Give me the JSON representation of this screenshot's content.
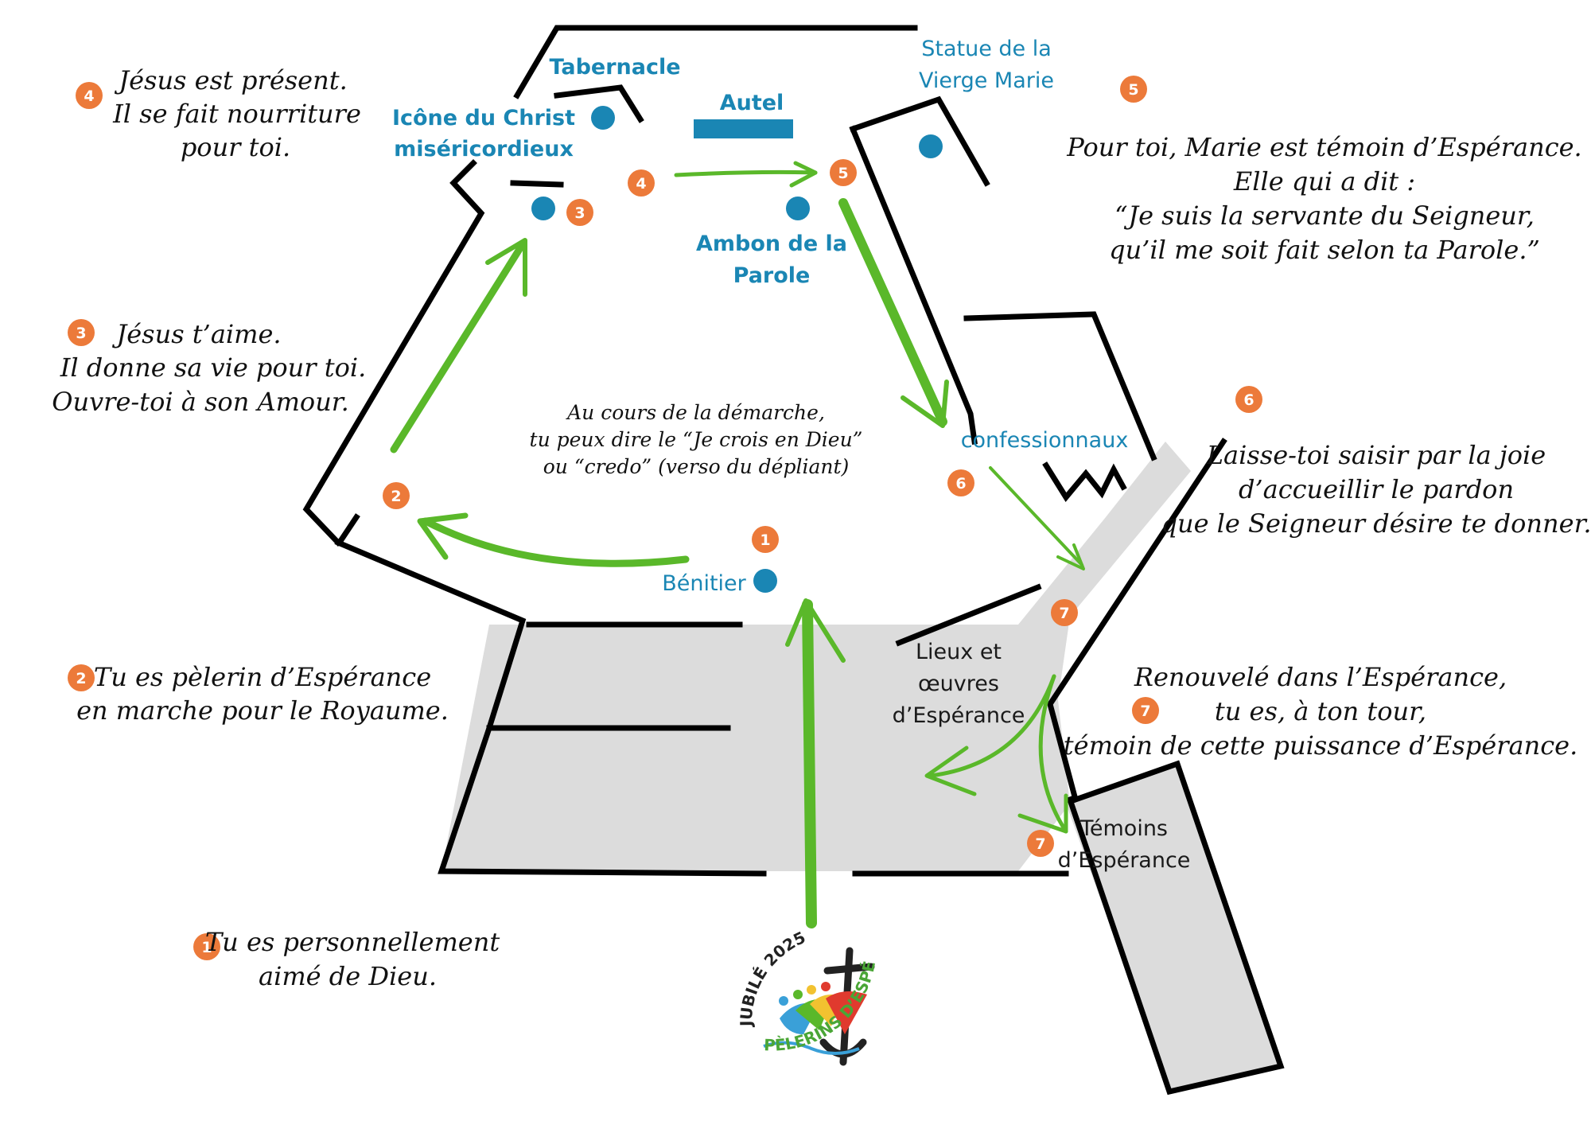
{
  "map": {
    "places": {
      "tabernacle": "Tabernacle",
      "icone_line1": "Icône du Christ",
      "icone_line2": "miséricordieux",
      "autel": "Autel",
      "statue_line1": "Statue de la",
      "statue_line2": "Vierge Marie",
      "ambon_line1": "Ambon de la",
      "ambon_line2": "Parole",
      "confessionnaux": "confessionnaux",
      "benitier": "Bénitier",
      "lieux_line1": "Lieux et",
      "lieux_line2": "œuvres",
      "lieux_line3": "d’Espérance",
      "temoins_line1": "Témoins",
      "temoins_line2": "d’Espérance"
    },
    "center_note": [
      "Au cours de la démarche,",
      "tu peux dire le “Je crois en Dieu”",
      "ou “credo” (verso du dépliant)"
    ],
    "markers": {
      "m1": "1",
      "m2": "2",
      "m3": "3",
      "m4": "4",
      "m5": "5",
      "m6": "6",
      "m7a": "7",
      "m7b": "7"
    }
  },
  "steps": {
    "s1": {
      "num": "1",
      "lines": [
        "Tu es personnellement",
        "aimé de Dieu."
      ]
    },
    "s2": {
      "num": "2",
      "lines": [
        "Tu es pèlerin d’Espérance",
        "en marche pour le Royaume."
      ]
    },
    "s3": {
      "num": "3",
      "lines": [
        "Jésus t’aime.",
        "Il donne sa vie pour toi.",
        "Ouvre-toi à son Amour."
      ]
    },
    "s4": {
      "num": "4",
      "lines": [
        "Jésus est présent.",
        "Il se fait nourriture",
        "pour toi."
      ]
    },
    "s5": {
      "num": "5",
      "lines": [
        "Pour toi, Marie est témoin d’Espérance.",
        "Elle qui a dit :",
        "“Je suis la servante du Seigneur,",
        "qu’il me soit fait selon ta Parole.”"
      ]
    },
    "s6": {
      "num": "6",
      "lines": [
        "Laisse-toi saisir par la joie",
        "d’accueillir le pardon",
        "que le Seigneur désire te donner."
      ]
    },
    "s7": {
      "num": "7",
      "lines": [
        "Renouvelé dans l’Espérance,",
        "tu es, à ton tour,",
        "témoin de cette puissance d’Espérance."
      ]
    }
  },
  "logo": {
    "top": "JUBILÉ 2025",
    "bottom": "PÈLERINS D’ESPÉRANCE"
  },
  "colors": {
    "walls": "#000000",
    "arrows": "#5ab82a",
    "points": "#1a86b4",
    "markers": "#ec7a3a",
    "zones": "#dcdcdc"
  }
}
